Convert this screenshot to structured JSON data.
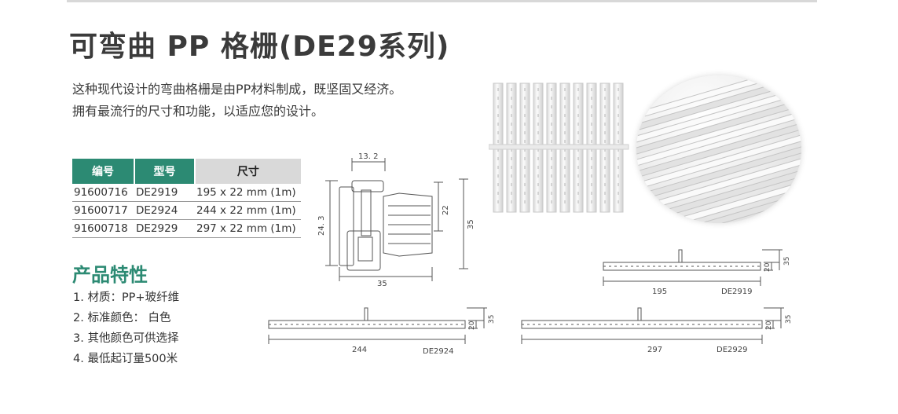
{
  "title": "可弯曲 PP 格栅(DE29系列)",
  "description": [
    "这种现代设计的弯曲格栅是由PP材料制成，既坚固又经济。",
    "拥有最流行的尺寸和功能，以适应您的设计。"
  ],
  "table": {
    "headers": [
      "编号",
      "型号",
      "尺寸"
    ],
    "rows": [
      [
        "91600716",
        "DE2919",
        "195 x 22 mm (1m)"
      ],
      [
        "91600717",
        "DE2924",
        "244 x 22 mm (1m)"
      ],
      [
        "91600718",
        "DE2929",
        "297 x 22 mm (1m)"
      ]
    ]
  },
  "features_title": "产品特性",
  "features": [
    "1.  材质：PP+玻纤维",
    "2.  标准颜色： 白色",
    "3.  其他颜色可供选择",
    "4.  最低起订量500米"
  ],
  "profile_drawing": {
    "top": "13. 2",
    "left": "24. 3",
    "inner": "22",
    "right": "35",
    "bottom": "35"
  },
  "drawings": [
    {
      "width": "195",
      "model": "DE2919",
      "h1": "20",
      "h2": "35"
    },
    {
      "width": "244",
      "model": "DE2924",
      "h1": "20",
      "h2": "35"
    },
    {
      "width": "297",
      "model": "DE2929",
      "h1": "20",
      "h2": "35"
    }
  ],
  "colors": {
    "accent": "#2c8a73",
    "header_gray": "#d9d9d9",
    "text": "#333333"
  }
}
